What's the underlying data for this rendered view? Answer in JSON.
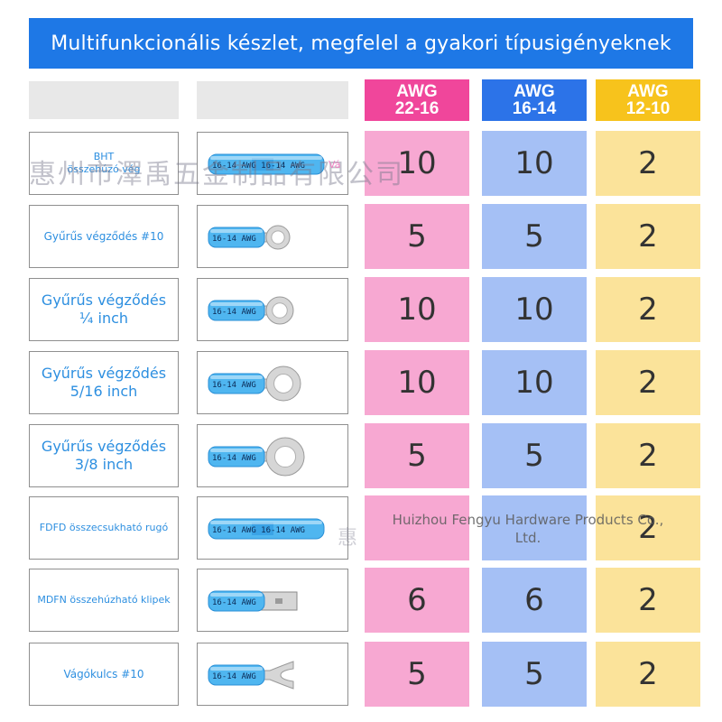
{
  "title": "Multifunkcionális készlet, megfelel a gyakori típusigényeknek",
  "columns": [
    {
      "line1": "AWG",
      "line2": "22-16",
      "bg": "#f0469b",
      "fg": "#ffffff"
    },
    {
      "line1": "AWG",
      "line2": "16-14",
      "bg": "#2c73e8",
      "fg": "#ffffff"
    },
    {
      "line1": "AWG",
      "line2": "12-10",
      "bg": "#f7c31c",
      "fg": "#ffffff"
    }
  ],
  "rows": [
    {
      "name": "BHT\nösszehúzó vég",
      "sleeve_text": "16-14 AWG 16-14 AWG",
      "terminal": "butt",
      "q1": "10",
      "q2": "10",
      "q3": "2"
    },
    {
      "name": "Gyűrűs végződés #10",
      "sleeve_text": "16-14 AWG",
      "terminal": "ring-small",
      "q1": "5",
      "q2": "5",
      "q3": "2"
    },
    {
      "name": "Gyűrűs végződés\n¼ inch",
      "sleeve_text": "16-14 AWG",
      "terminal": "ring-medium",
      "q1": "10",
      "q2": "10",
      "q3": "2"
    },
    {
      "name": "Gyűrűs végződés\n5/16 inch",
      "sleeve_text": "16-14 AWG",
      "terminal": "ring-large",
      "q1": "10",
      "q2": "10",
      "q3": "2"
    },
    {
      "name": "Gyűrűs végződés\n3/8 inch",
      "sleeve_text": "16-14 AWG",
      "terminal": "ring-xlarge",
      "q1": "5",
      "q2": "5",
      "q3": "2"
    },
    {
      "name": "FDFD összecsukható rugó",
      "sleeve_text": "16-14 AWG 16-14 AWG",
      "terminal": "female-disconnect",
      "q1": "",
      "q2": "",
      "q3": "2"
    },
    {
      "name": "MDFN összehúzható klipek",
      "sleeve_text": "16-14 AWG",
      "terminal": "male-disconnect",
      "q1": "6",
      "q2": "6",
      "q3": "2"
    },
    {
      "name": "Vágókulcs #10",
      "sleeve_text": "16-14 AWG",
      "terminal": "fork",
      "q1": "5",
      "q2": "5",
      "q3": "2"
    }
  ],
  "watermarks": {
    "chinese": "惠州市澤禹五金制品有限公司",
    "chinese_short": "惠",
    "english": "Huizhou Fengyu Hardware Products Co., Ltd.",
    "small": "Vá"
  },
  "colors": {
    "banner": "#1e78e6",
    "label_text": "#2d8fe0",
    "pink_cell": "#f7a8d2",
    "blue_cell": "#a5c0f5",
    "yellow_cell": "#fbe39a",
    "sleeve": "#4fb6f0",
    "metal": "#d6d6d6"
  }
}
